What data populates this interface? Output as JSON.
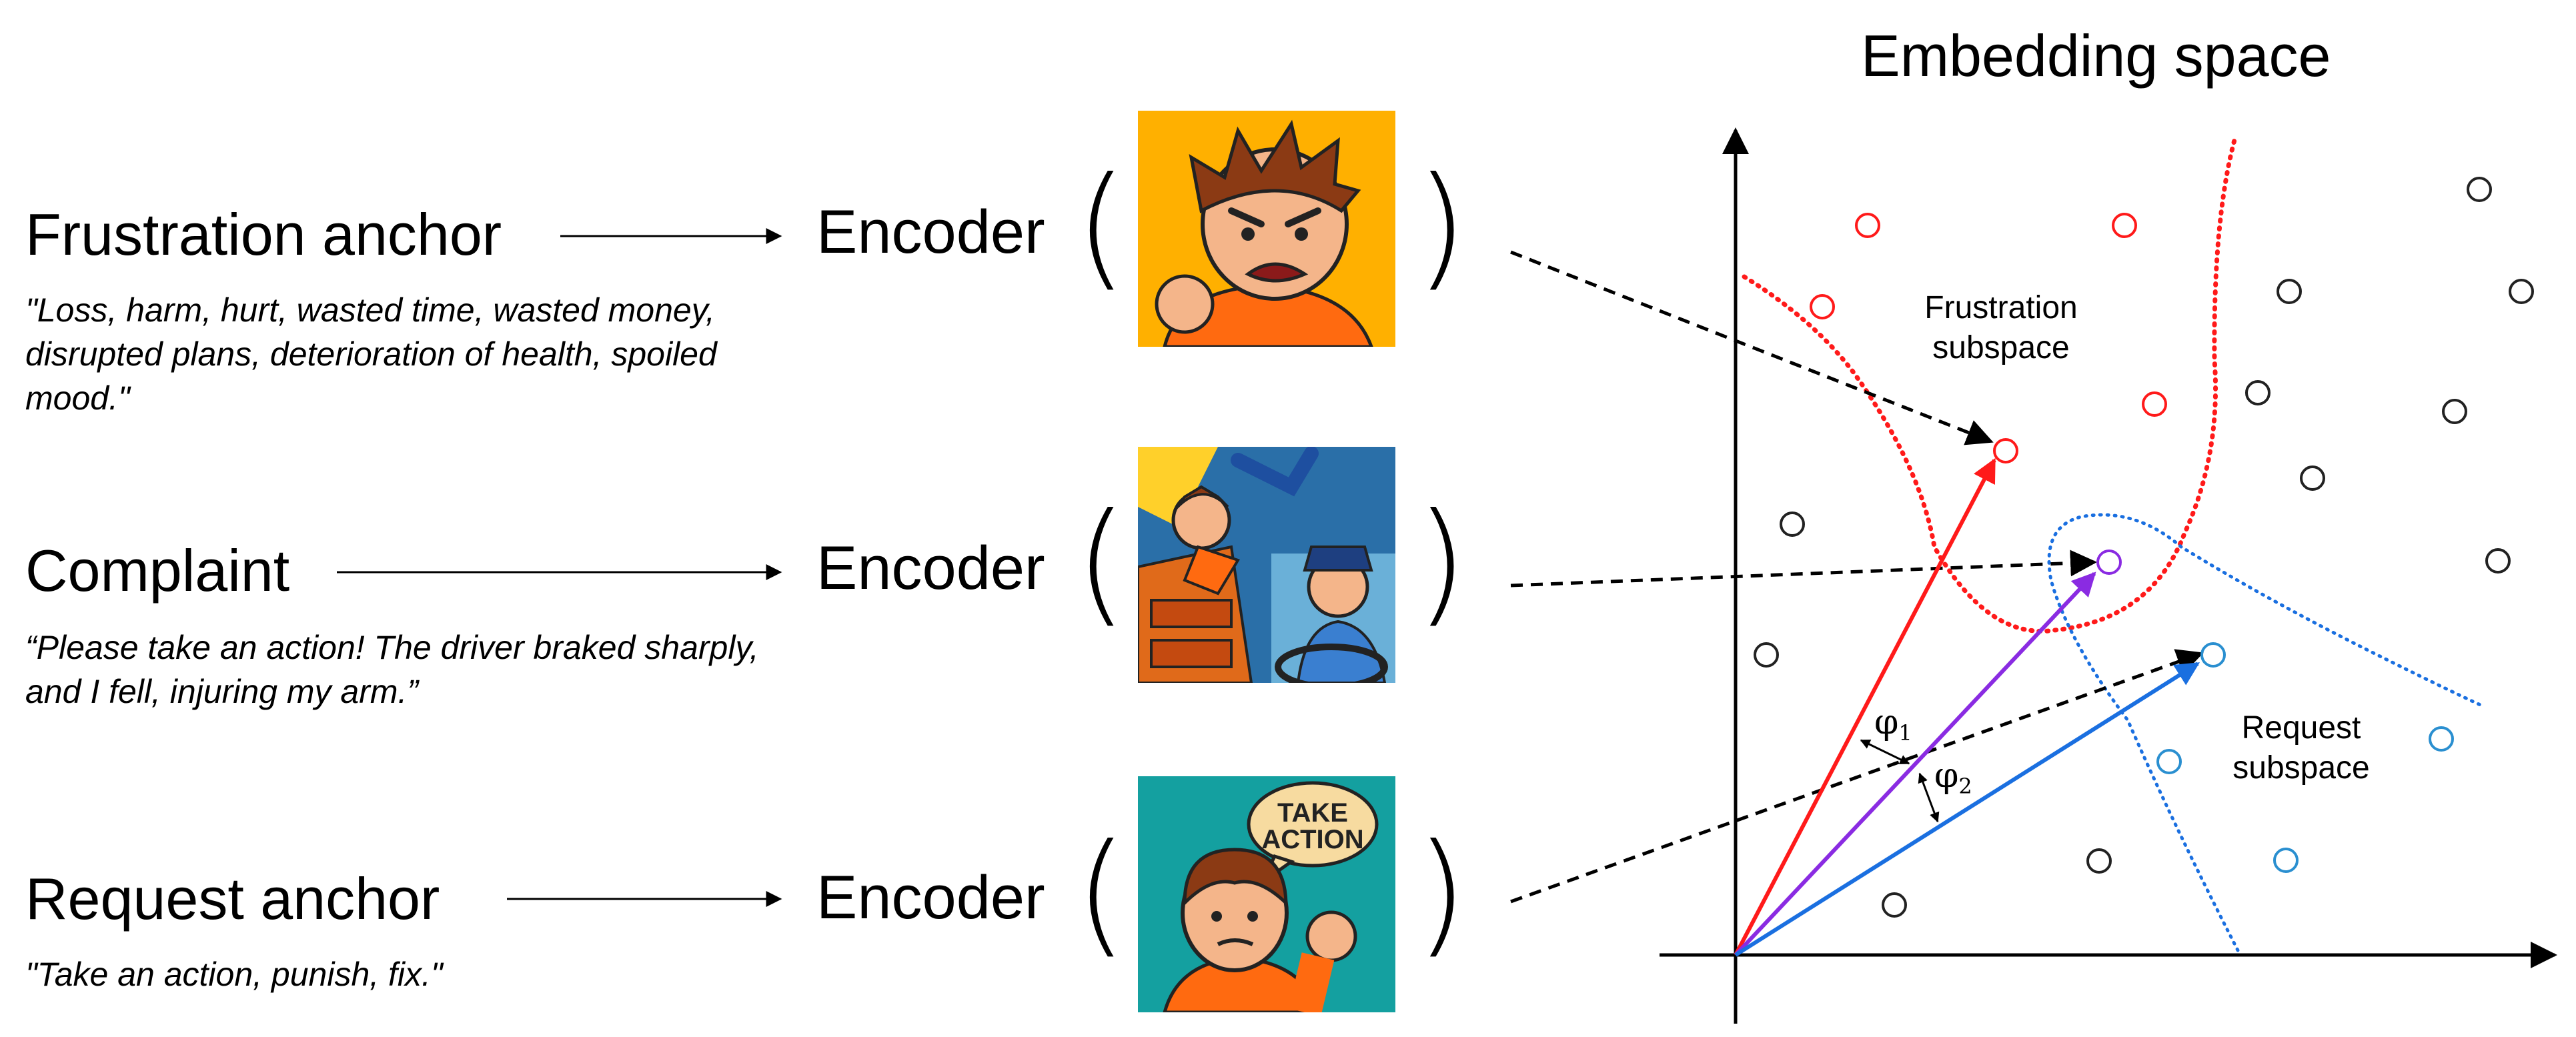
{
  "rows": [
    {
      "title": "Frustration anchor",
      "quote": "\"Loss, harm, hurt, wasted time, wasted money, disrupted plans, deterioration of health, spoiled mood.\"",
      "encoder": "Encoder",
      "image_icon": "angry-man-icon",
      "image_bg": "#ffb000"
    },
    {
      "title": "Complaint",
      "quote": "“Please take an action! The driver braked sharply, and I fell, injuring my arm.”",
      "encoder": "Encoder",
      "image_icon": "bus-fall-scene-icon",
      "image_bg": "#2a8fd0"
    },
    {
      "title": "Request anchor",
      "quote": "\"Take an action, punish, fix.\"",
      "encoder": "Encoder",
      "image_icon": "take-action-man-icon",
      "image_bg": "#14a0a0",
      "speech_bubble": [
        "TAKE",
        "ACTION"
      ]
    }
  ],
  "embedding": {
    "title": "Embedding space",
    "frustration_label": [
      "Frustration",
      "subspace"
    ],
    "request_label": [
      "Request",
      "subspace"
    ],
    "phi1": "φ",
    "phi1_sub": "1",
    "phi2": "φ",
    "phi2_sub": "2",
    "colors": {
      "frustration": "#ff1a1a",
      "complaint": "#8a2be2",
      "request": "#1a6fe0",
      "request_points": "#2a8fd0",
      "neutral": "#222222"
    }
  }
}
